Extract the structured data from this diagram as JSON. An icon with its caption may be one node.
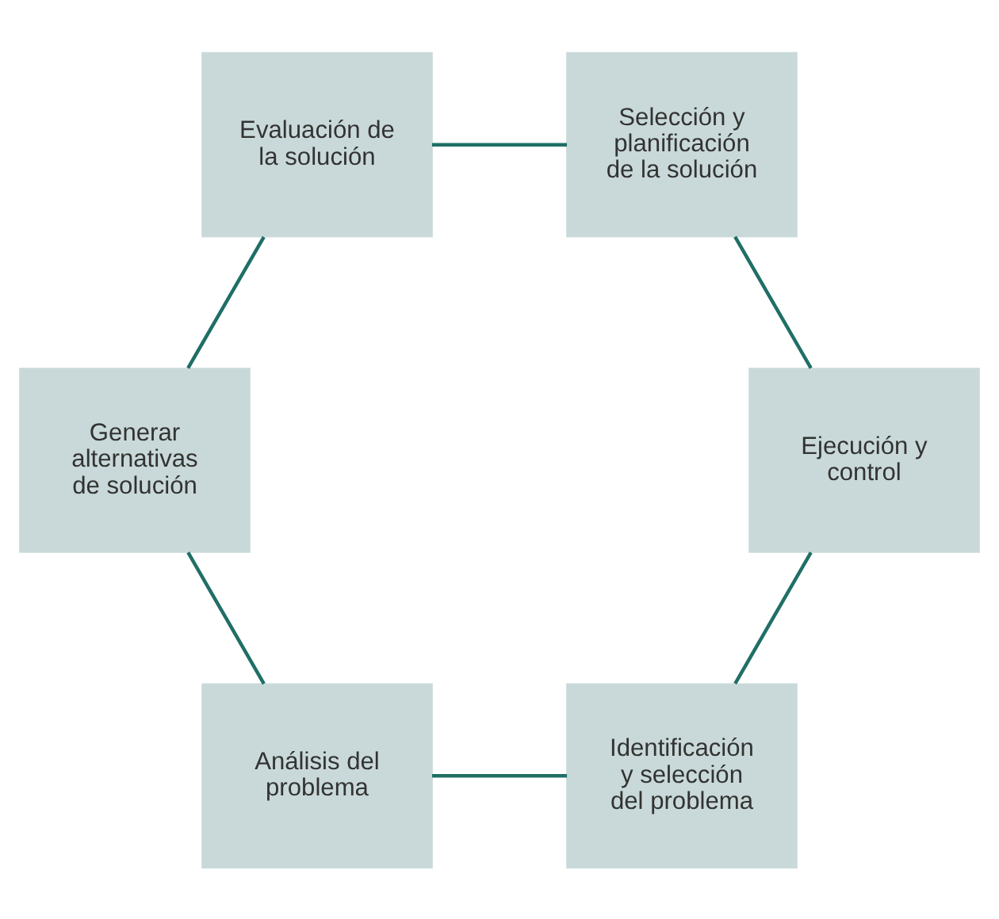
{
  "diagram": {
    "nodes": [
      {
        "text": [
          "Identificación y selección del problema"
        ]
      },
      {
        "text": [
          "Análisis del problema"
        ]
      },
      {
        "text": [
          "Generar alternativas de solución"
        ]
      },
      {
        "text": [
          "Evaluación de la solución"
        ]
      },
      {
        "text": [
          "Selección y planificación de la solución"
        ]
      },
      {
        "text": [
          "Ejecución y control"
        ]
      }
    ],
    "edges": [
      {
        "from": 0,
        "to": 1,
        "arrow": "none"
      },
      {
        "from": 1,
        "to": 2,
        "arrow": "none"
      },
      {
        "from": 2,
        "to": 3,
        "arrow": "none"
      },
      {
        "from": 3,
        "to": 4,
        "arrow": "none"
      },
      {
        "from": 4,
        "to": 5,
        "arrow": "none"
      },
      {
        "from": 5,
        "to": 0,
        "arrow": "none"
      }
    ]
  }
}
